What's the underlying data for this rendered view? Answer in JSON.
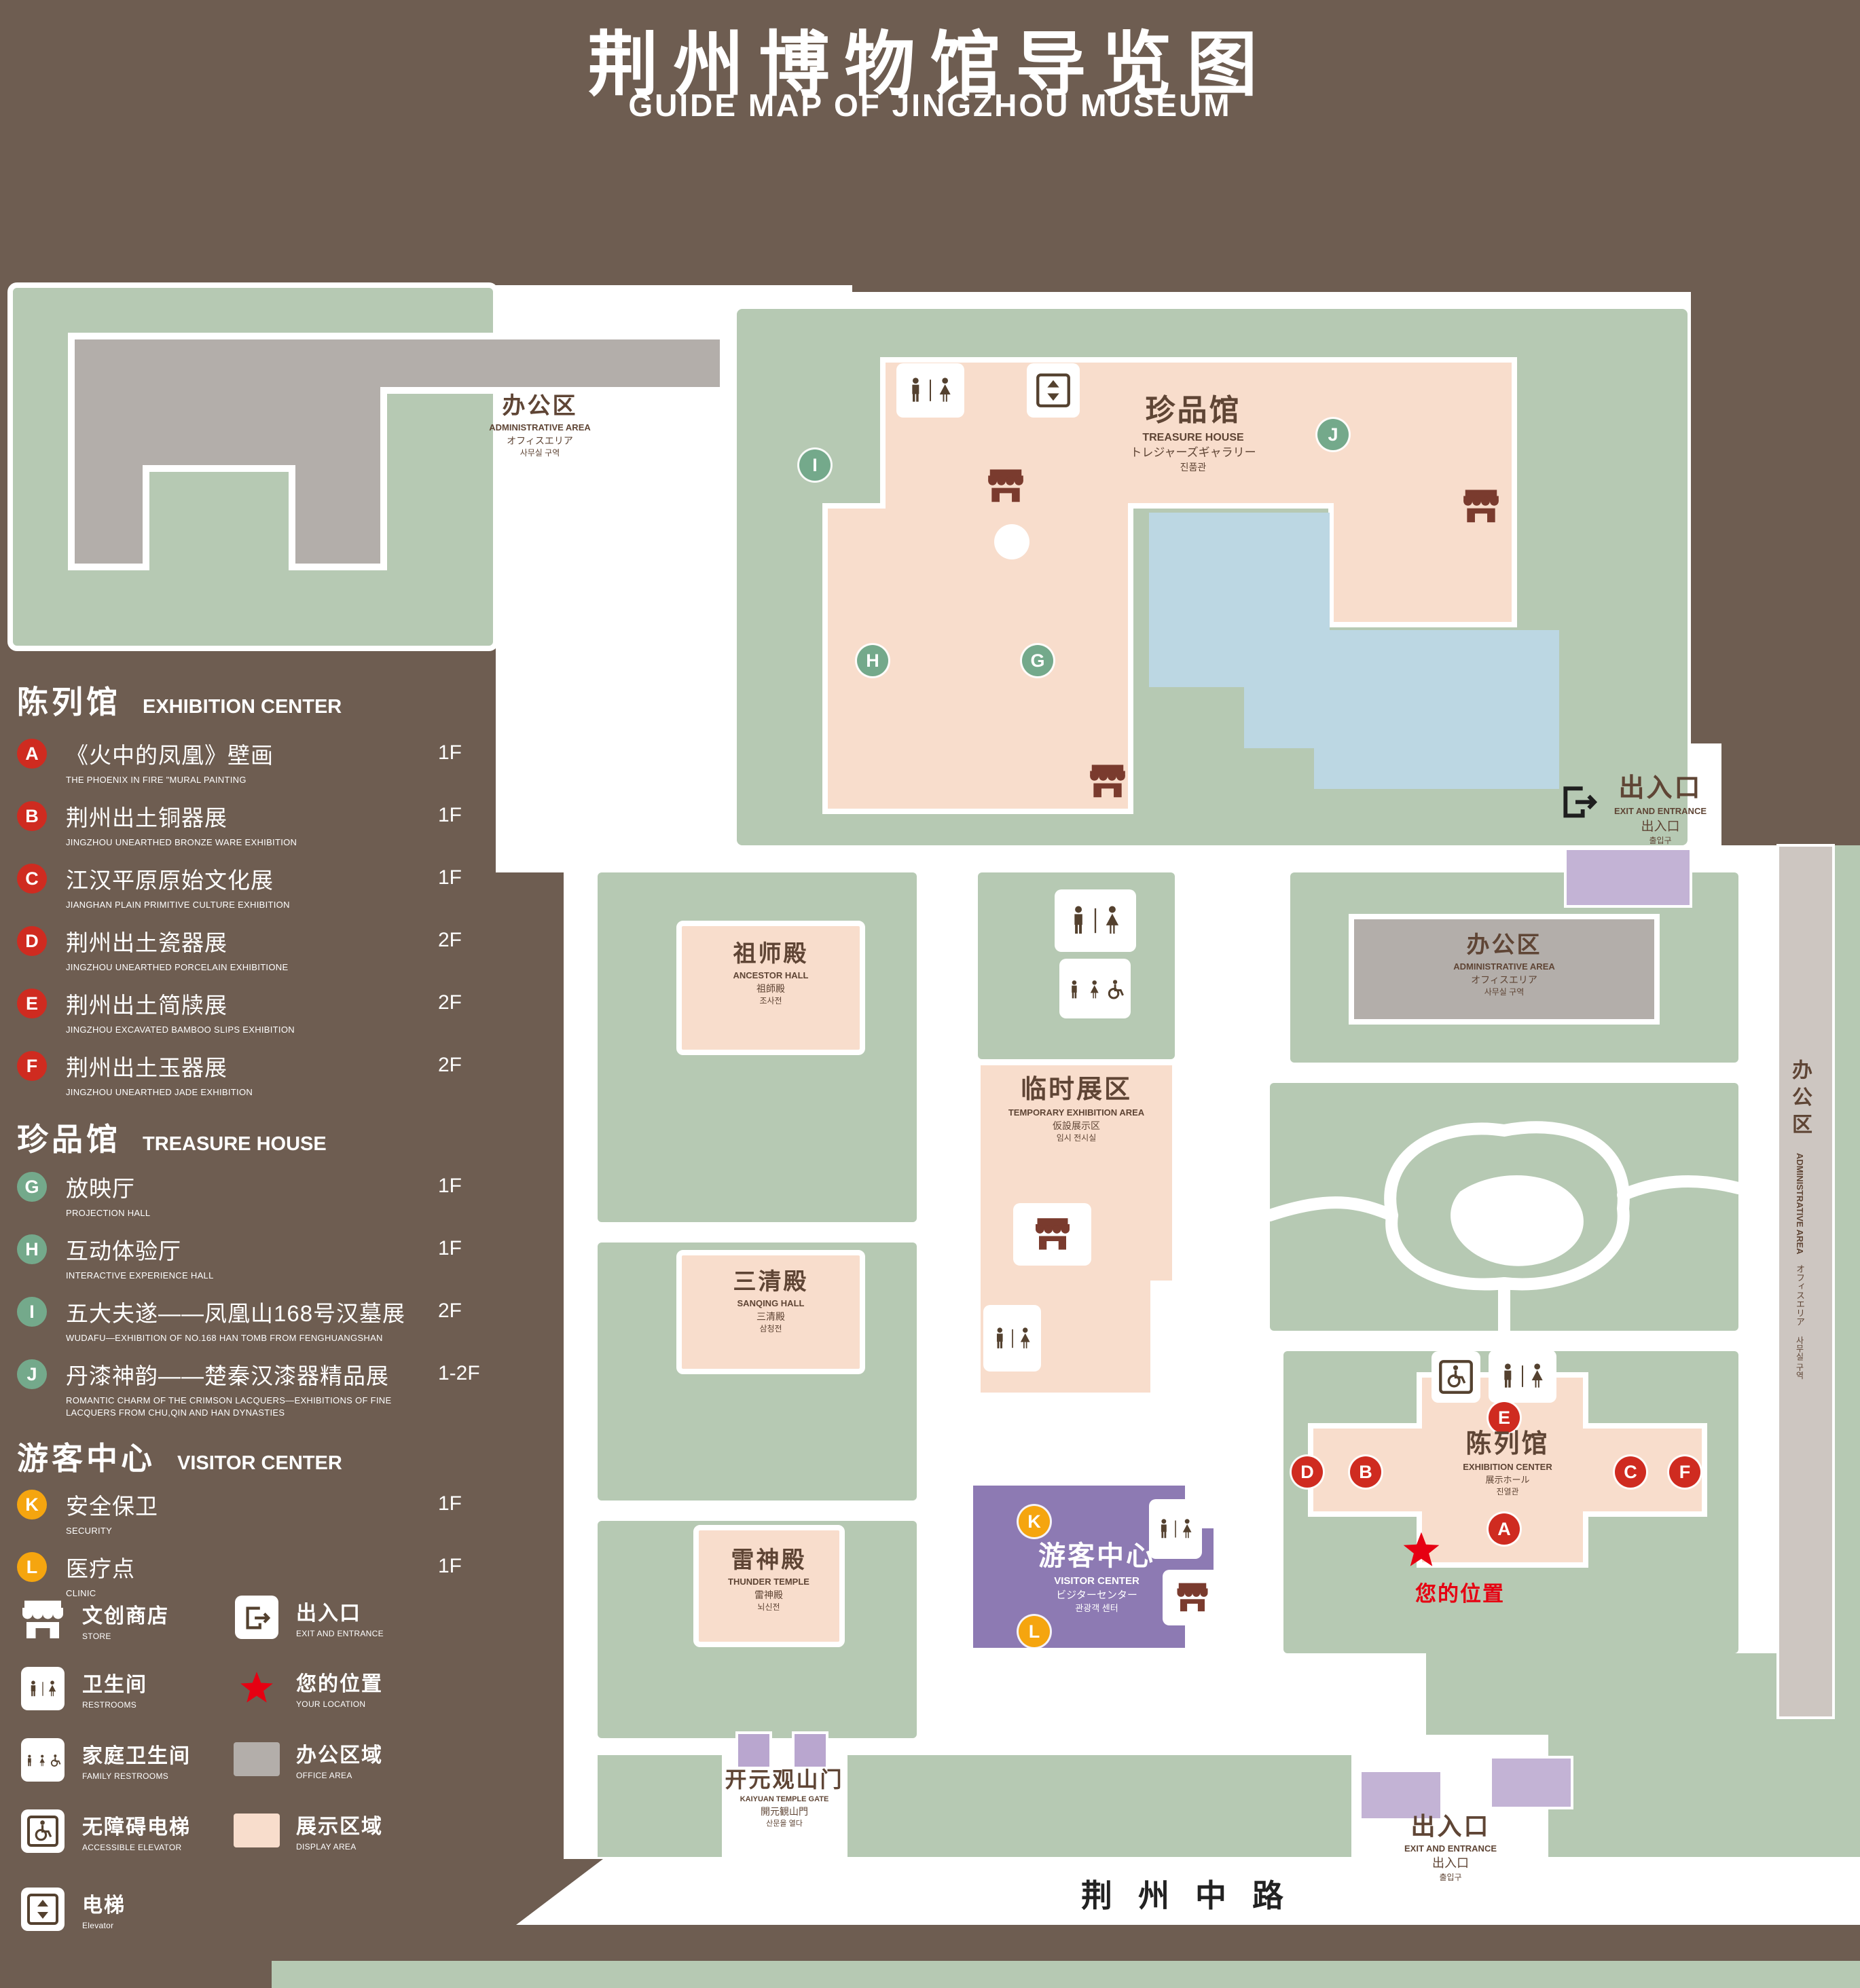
{
  "header": {
    "title": "荆州博物馆导览图",
    "subtitle": "GUIDE MAP OF JINGZHOU MUSEUM"
  },
  "colors": {
    "background": "#6e5d51",
    "ground_green": "#b6c9b3",
    "display_pink": "#f8ddcc",
    "office_gray": "#b3aeaa",
    "pond_blue": "#bcd7e3",
    "visitor_purple": "#8d7ab3",
    "entrance_lavender": "#c3b3d5",
    "marker_red": "#cf2b20",
    "marker_green": "#74a98b",
    "marker_orange": "#f5a50f",
    "location_red": "#e60012"
  },
  "legend": {
    "sections": [
      {
        "zh": "陈列馆",
        "en": "EXHIBITION CENTER",
        "items": [
          {
            "id": "A",
            "zh": "《火中的凤凰》壁画",
            "en": "THE PHOENIX IN FIRE \"MURAL PAINTING",
            "floor": "1F"
          },
          {
            "id": "B",
            "zh": "荆州出土铜器展",
            "en": "JINGZHOU UNEARTHED BRONZE WARE EXHIBITION",
            "floor": "1F"
          },
          {
            "id": "C",
            "zh": "江汉平原原始文化展",
            "en": "JIANGHAN PLAIN PRIMITIVE CULTURE EXHIBITION",
            "floor": "1F"
          },
          {
            "id": "D",
            "zh": "荆州出土瓷器展",
            "en": "JINGZHOU UNEARTHED PORCELAIN EXHIBITIONE",
            "floor": "2F"
          },
          {
            "id": "E",
            "zh": "荆州出土简牍展",
            "en": "JINGZHOU EXCAVATED BAMBOO SLIPS EXHIBITION",
            "floor": "2F"
          },
          {
            "id": "F",
            "zh": "荆州出土玉器展",
            "en": "JINGZHOU UNEARTHED JADE EXHIBITION",
            "floor": "2F"
          }
        ]
      },
      {
        "zh": "珍品馆",
        "en": "TREASURE HOUSE",
        "items": [
          {
            "id": "G",
            "zh": "放映厅",
            "en": "PROJECTION HALL",
            "floor": "1F"
          },
          {
            "id": "H",
            "zh": "互动体验厅",
            "en": "INTERACTIVE EXPERIENCE HALL",
            "floor": "1F"
          },
          {
            "id": "I",
            "zh": "五大夫遂——凤凰山168号汉墓展",
            "en": "WUDAFU—EXHIBITION OF NO.168 HAN TOMB FROM FENGHUANGSHAN",
            "floor": "2F"
          },
          {
            "id": "J",
            "zh": "丹漆神韵——楚秦汉漆器精品展",
            "en": "ROMANTIC CHARM OF THE CRIMSON LACQUERS—EXHIBITIONS OF FINE LACQUERS FROM CHU,QIN AND HAN DYNASTIES",
            "floor": "1-2F"
          }
        ]
      },
      {
        "zh": "游客中心",
        "en": "VISITOR CENTER",
        "items": [
          {
            "id": "K",
            "zh": "安全保卫",
            "en": "SECURITY",
            "floor": "1F"
          },
          {
            "id": "L",
            "zh": "医疗点",
            "en": "CLINIC",
            "floor": "1F"
          }
        ]
      }
    ],
    "symbols": [
      {
        "zh": "文创商店",
        "en": "STORE"
      },
      {
        "zh": "出入口",
        "en": "EXIT AND ENTRANCE"
      },
      {
        "zh": "卫生间",
        "en": "RESTROOMS"
      },
      {
        "zh": "您的位置",
        "en": "YOUR LOCATION"
      },
      {
        "zh": "家庭卫生间",
        "en": "FAMILY RESTROOMS"
      },
      {
        "zh": "办公区域",
        "en": "OFFICE AREA"
      },
      {
        "zh": "无障碍电梯",
        "en": "ACCESSIBLE ELEVATOR"
      },
      {
        "zh": "展示区域",
        "en": "DISPLAY AREA"
      },
      {
        "zh": "电梯",
        "en": "Elevator"
      }
    ]
  },
  "map": {
    "admin_top": {
      "zh": "办公区",
      "en": "ADMINISTRATIVE AREA",
      "ja": "オフィスエリア",
      "ko": "사무실 구역"
    },
    "treasure": {
      "zh": "珍品馆",
      "en": "TREASURE HOUSE",
      "ja": "トレジャーズギャラリー",
      "ko": "진품관"
    },
    "exit_right": {
      "zh": "出入口",
      "en": "EXIT AND ENTRANCE",
      "ja": "出入口",
      "ko": "출입구"
    },
    "admin_right": {
      "zh": "办公区",
      "en": "ADMINISTRATIVE AREA",
      "ja": "オフィスエリア",
      "ko": "사무실 구역"
    },
    "admin_side": {
      "zh": "办公区",
      "en": "ADMINISTRATIVE AREA",
      "ja": "オフィスエリア",
      "ko": "사무실 구역"
    },
    "ancestor": {
      "zh": "祖师殿",
      "en": "ANCESTOR HALL",
      "ja": "祖師殿",
      "ko": "조사전"
    },
    "temporary": {
      "zh": "临时展区",
      "en": "TEMPORARY EXHIBITION AREA",
      "ja": "仮設展示区",
      "ko": "임시 전시실"
    },
    "sanqing": {
      "zh": "三清殿",
      "en": "SANQING HALL",
      "ja": "三清殿",
      "ko": "삼청전"
    },
    "thunder": {
      "zh": "雷神殿",
      "en": "THUNDER TEMPLE",
      "ja": "雷神殿",
      "ko": "뇌신전"
    },
    "visitor": {
      "zh": "游客中心",
      "en": "VISITOR CENTER",
      "ja": "ビジターセンター",
      "ko": "관광객 센터"
    },
    "exhibition": {
      "zh": "陈列馆",
      "en": "EXHIBITION CENTER",
      "ja": "展示ホール",
      "ko": "진열관"
    },
    "gate": {
      "zh": "开元观山门",
      "en": "KAIYUAN TEMPLE GATE",
      "ja": "開元観山門",
      "ko": "산문을 열다"
    },
    "exit_bottom": {
      "zh": "出入口",
      "en": "EXIT AND ENTRANCE",
      "ja": "出入口",
      "ko": "출입구"
    },
    "road": "荆州中路",
    "your_location": "您的位置",
    "markers": {
      "a": "A",
      "b": "B",
      "c": "C",
      "d": "D",
      "e": "E",
      "f": "F",
      "g": "G",
      "h": "H",
      "i": "I",
      "j": "J",
      "k": "K",
      "l": "L"
    }
  }
}
